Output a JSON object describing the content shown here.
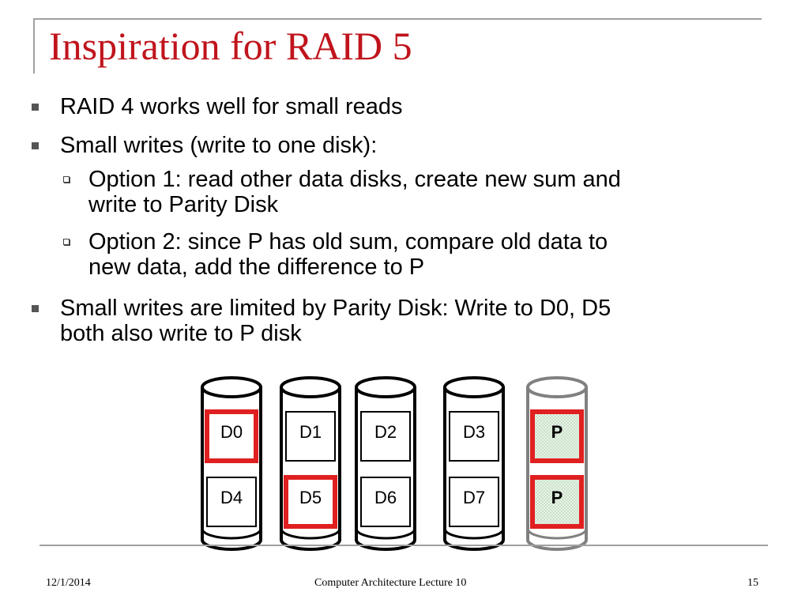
{
  "slide": {
    "title": "Inspiration for RAID 5",
    "bullets": [
      {
        "level": 1,
        "lines": [
          "RAID 4 works well for small reads"
        ]
      },
      {
        "level": 1,
        "lines": [
          "Small writes (write to one disk):"
        ]
      },
      {
        "level": 2,
        "lines": [
          "Option 1: read other data disks, create new sum and",
          "write to Parity Disk"
        ]
      },
      {
        "level": 2,
        "lines": [
          "Option 2: since P has old sum, compare old data to",
          "new data, add the difference to P"
        ]
      },
      {
        "level": 1,
        "lines": [
          "Small writes are limited by Parity Disk: Write to D0, D5",
          "both also write to P disk"
        ]
      }
    ]
  },
  "diagram": {
    "disks": [
      {
        "id": "disk-0",
        "blocks": [
          {
            "label": "D0",
            "highlight": true
          },
          {
            "label": "D4",
            "highlight": false
          }
        ],
        "parity": false
      },
      {
        "id": "disk-1",
        "blocks": [
          {
            "label": "D1",
            "highlight": false
          },
          {
            "label": "D5",
            "highlight": true
          }
        ],
        "parity": false
      },
      {
        "id": "disk-2",
        "blocks": [
          {
            "label": "D2",
            "highlight": false
          },
          {
            "label": "D6",
            "highlight": false
          }
        ],
        "parity": false
      },
      {
        "id": "disk-3",
        "blocks": [
          {
            "label": "D3",
            "highlight": false
          },
          {
            "label": "D7",
            "highlight": false
          }
        ],
        "parity": false
      },
      {
        "id": "disk-parity",
        "blocks": [
          {
            "label": "P",
            "highlight": true
          },
          {
            "label": "P",
            "highlight": true
          }
        ],
        "parity": true
      }
    ],
    "colors": {
      "highlight": "#e02020",
      "parity_fill": "#e6f2e6",
      "disk_stroke": "#000000",
      "parity_disk_stroke": "#808080"
    }
  },
  "footer": {
    "date": "12/1/2014",
    "center": "Computer Architecture Lecture 10",
    "page": "15"
  }
}
